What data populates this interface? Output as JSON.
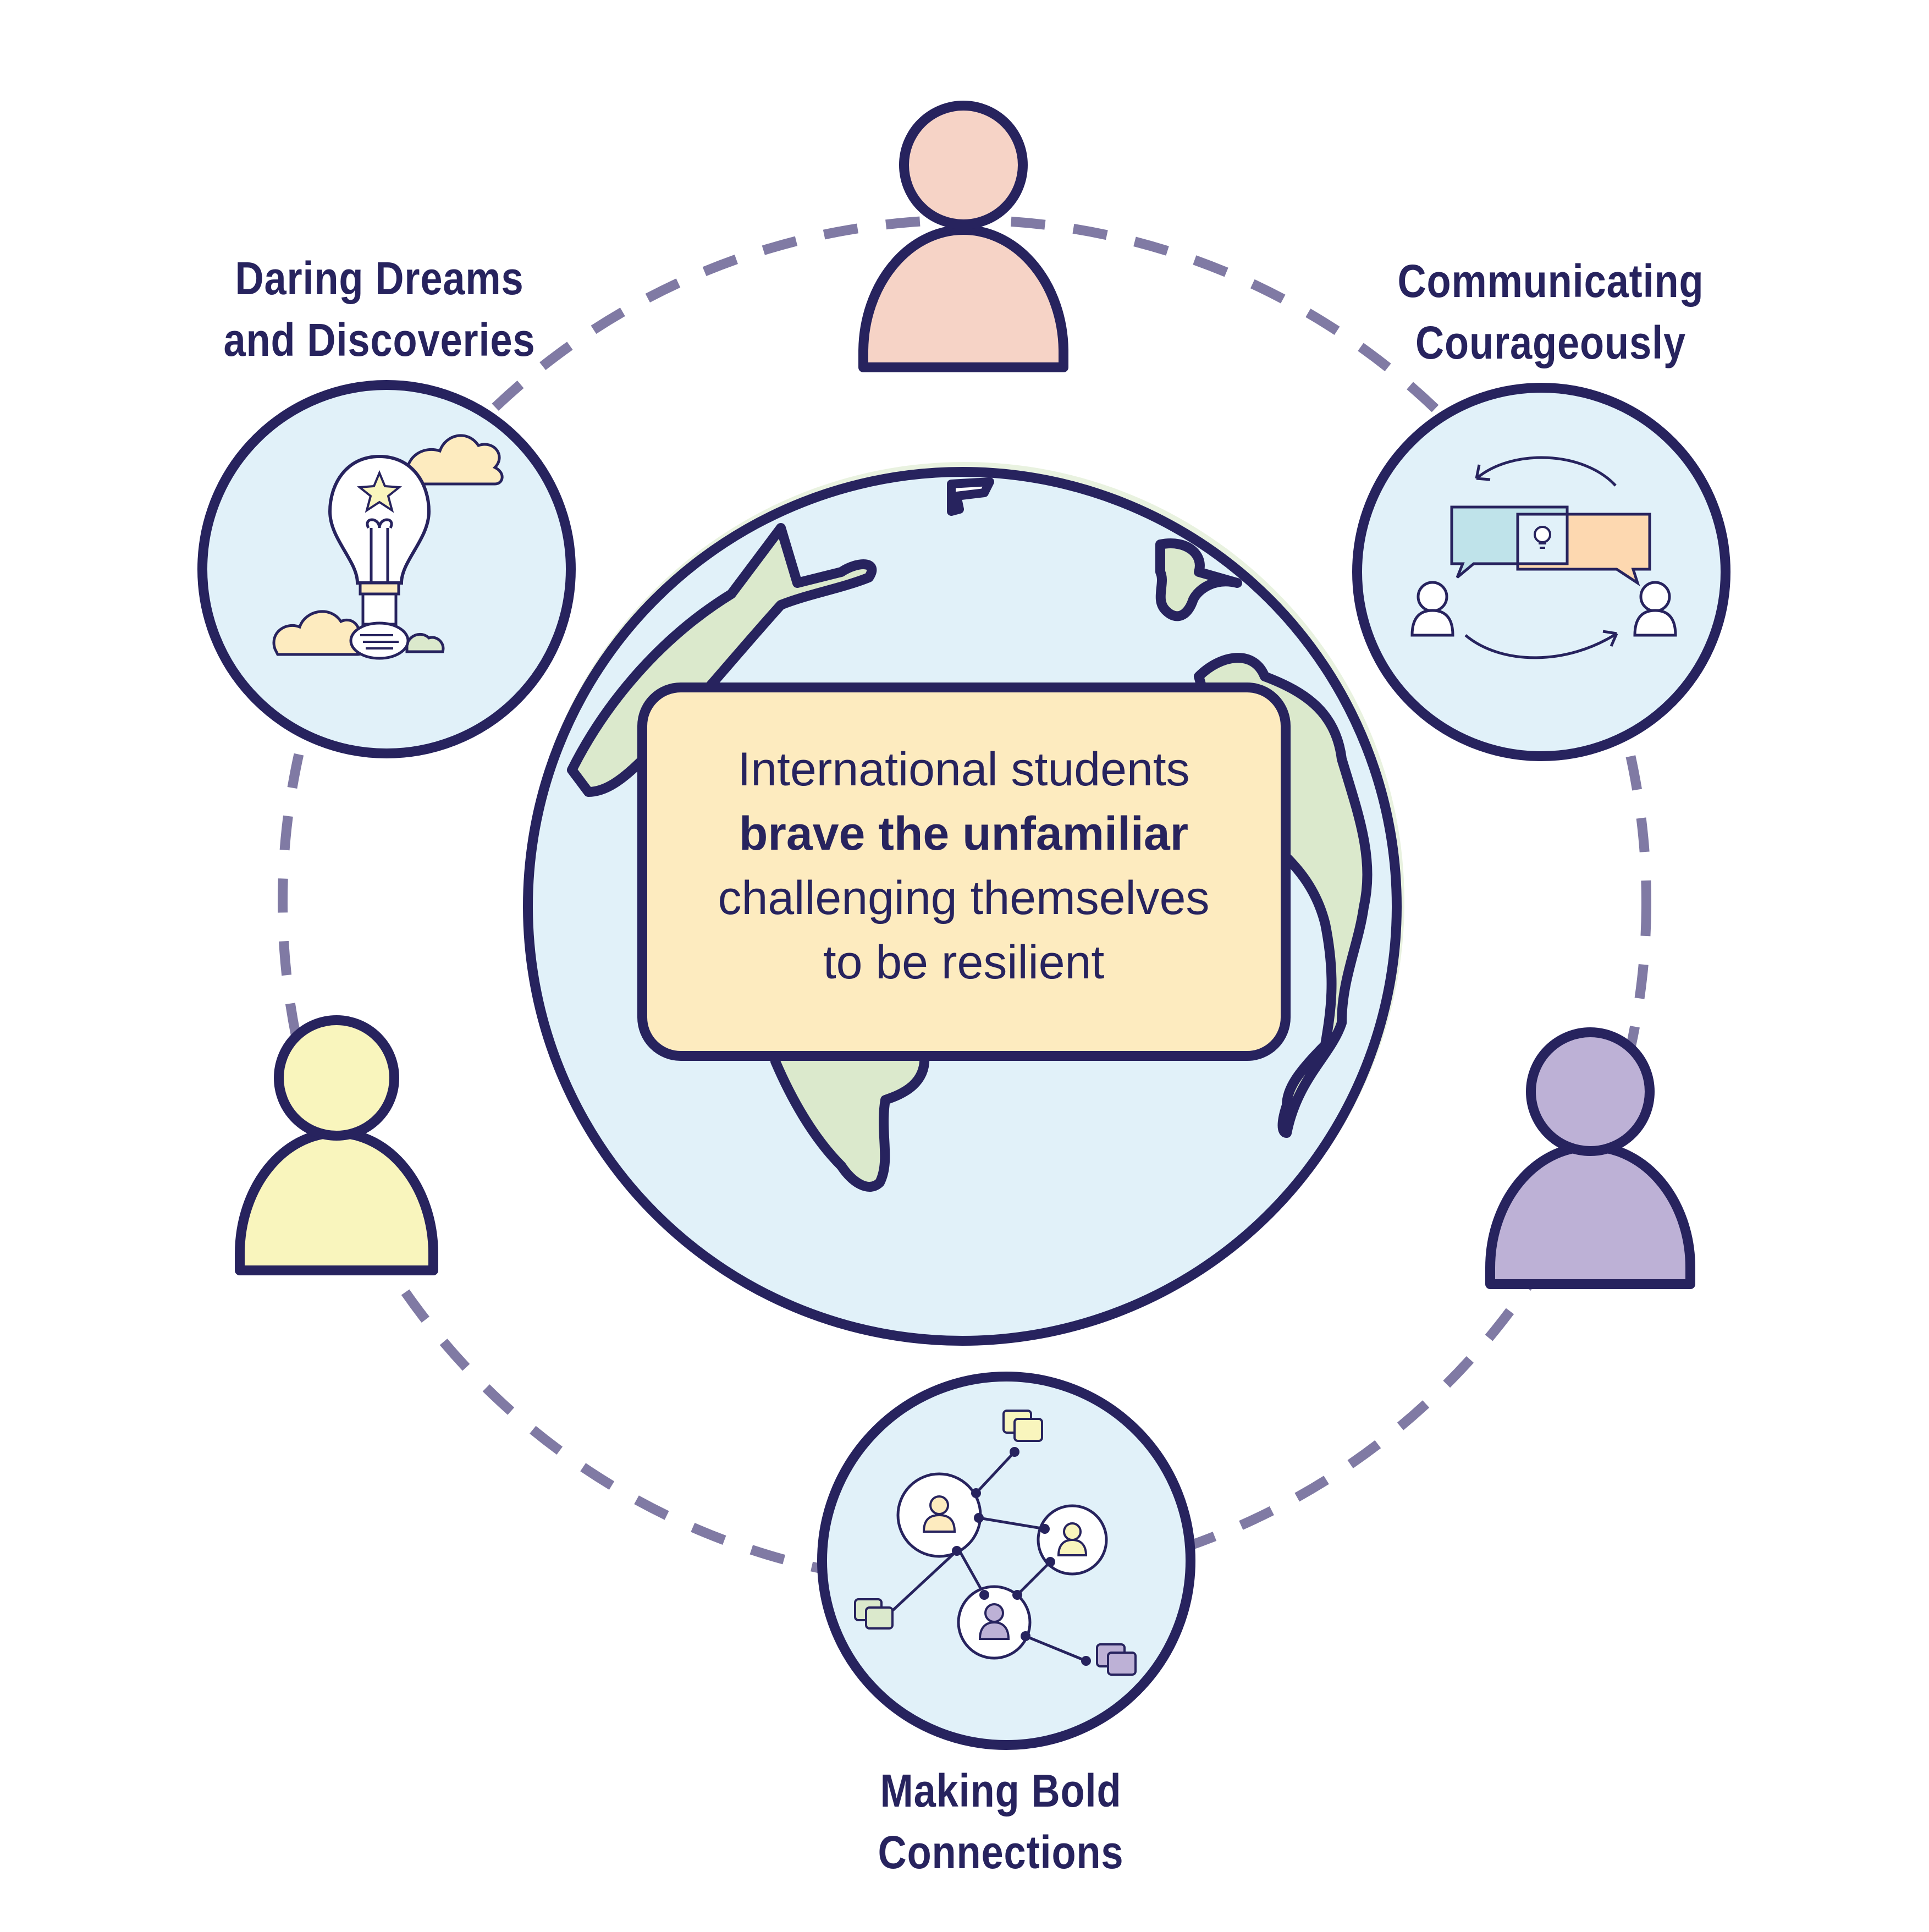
{
  "center_message": {
    "line1": "International students",
    "line2": "brave the unfamiliar",
    "line3": "challenging themselves",
    "line4": "to be resilient"
  },
  "themes": {
    "top_left": {
      "line1": "Daring Dreams",
      "line2": "and Discoveries",
      "icon": "lightbulb-clouds-icon"
    },
    "top_right": {
      "line1": "Communicating",
      "line2": "Courageously",
      "icon": "speech-exchange-icon"
    },
    "bottom": {
      "line1": "Making Bold",
      "line2": "Connections",
      "icon": "network-people-icon"
    }
  },
  "people": [
    {
      "position": "top",
      "color": "#f6d3c6"
    },
    {
      "position": "left",
      "color": "#f9f5bd"
    },
    {
      "position": "right",
      "color": "#bdb1d6"
    }
  ],
  "colors": {
    "outline": "#27235e",
    "ocean": "#e1f1f9",
    "land": "#dbe9cc",
    "message_box": "#fdebbf",
    "dashed_ring": "#807aa4"
  }
}
